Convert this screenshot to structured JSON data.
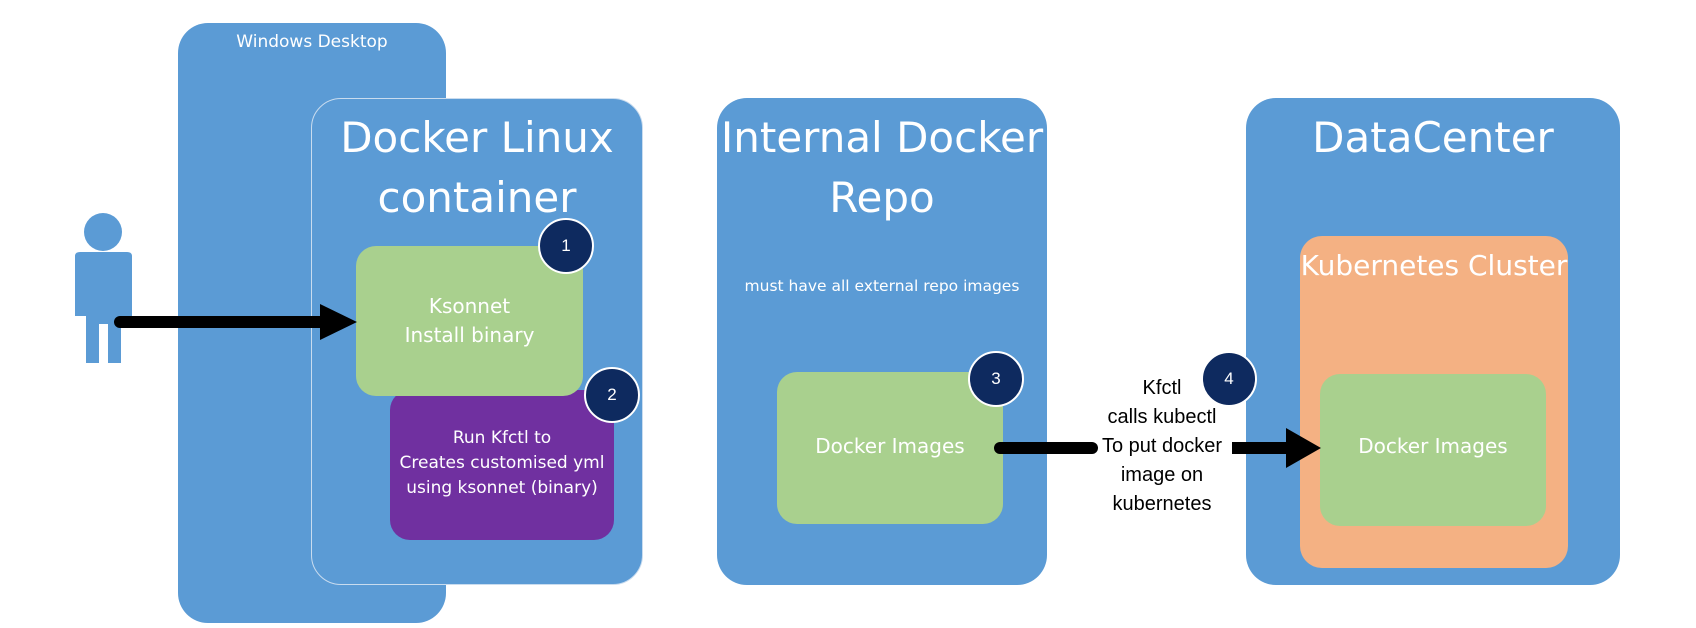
{
  "containers": {
    "windows_desktop": {
      "label": "Windows Desktop"
    },
    "docker_linux": {
      "title": "Docker Linux container"
    },
    "internal_repo": {
      "title": "Internal Docker Repo",
      "note": "must have all external repo images"
    },
    "datacenter": {
      "title": "DataCenter"
    },
    "kubernetes_cluster": {
      "title": "Kubernetes Cluster"
    }
  },
  "steps": {
    "ksonnet": {
      "line1": "Ksonnet",
      "line2": "Install binary"
    },
    "kfctl": {
      "line1": "Run Kfctl to",
      "line2": "Creates customised yml",
      "line3": "using ksonnet (binary)"
    },
    "repo_images": {
      "label": "Docker Images"
    },
    "dc_images": {
      "label": "Docker Images"
    }
  },
  "badges": [
    "1",
    "2",
    "3",
    "4"
  ],
  "connector": {
    "line1": "Kfctl",
    "line2": "calls kubectl",
    "line3": "To put docker",
    "line4": "image on",
    "line5": "kubernetes"
  },
  "colors": {
    "container_blue": "#5b9bd5",
    "step_green": "#a9d08e",
    "step_purple": "#7030a0",
    "cluster_orange": "#f4b183",
    "badge_navy": "#0e2a5f",
    "arrow_black": "#000000"
  },
  "icons": {
    "user": "person-icon"
  }
}
